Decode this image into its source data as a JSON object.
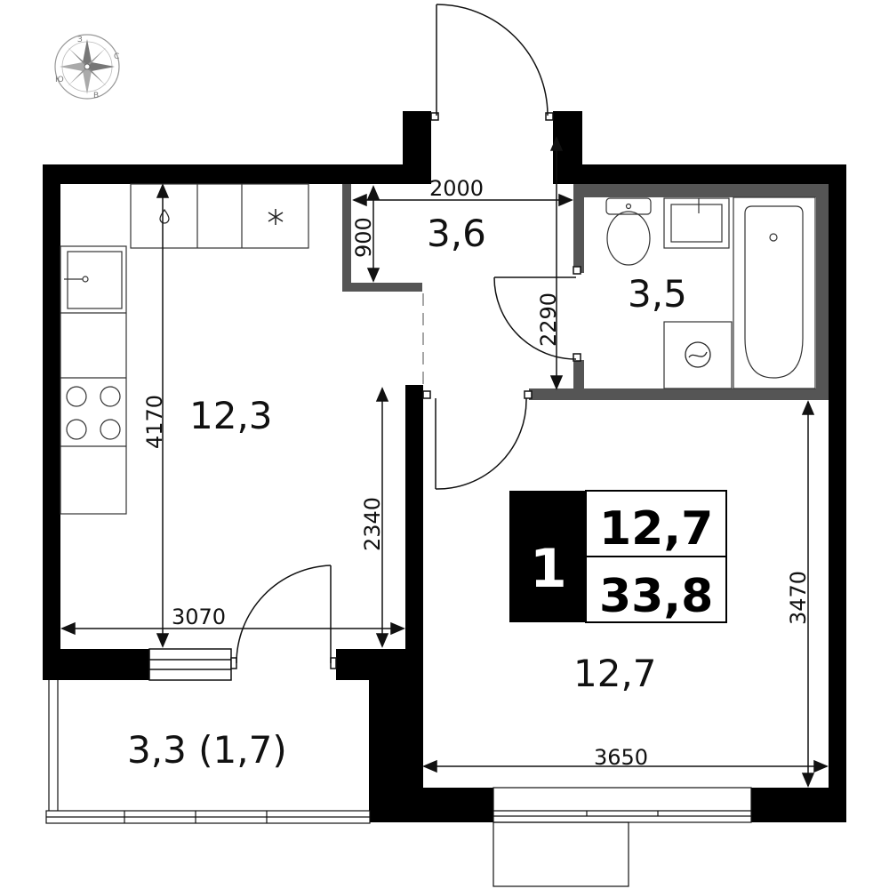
{
  "rooms": {
    "kitchen_area": "12,3",
    "hall_area": "3,6",
    "bathroom_area": "3,5",
    "bedroom_area": "12,7",
    "balcony_area": "3,3 (1,7)"
  },
  "dimensions": {
    "hall_width": "2000",
    "hall_niche": "900",
    "kitchen_height": "4170",
    "kitchen_width": "3070",
    "kitchen_partition": "2340",
    "bath_height": "2290",
    "bedroom_height": "3470",
    "bedroom_width": "3650"
  },
  "badge": {
    "rooms_count": "1",
    "living_area": "12,7",
    "total_area": "33,8"
  },
  "compass": {
    "north_letter": "С",
    "south_letter": "Ю",
    "east_letter": "В",
    "west_letter": "З"
  },
  "colors": {
    "wall": "#000000",
    "partition": "#555555",
    "fixture_line": "#333333",
    "compass": "#888888"
  },
  "icons": {
    "water": "water-drop-icon",
    "fridge": "snowflake-icon",
    "washer": "washing-machine-icon",
    "compass": "compass-rose-icon"
  }
}
